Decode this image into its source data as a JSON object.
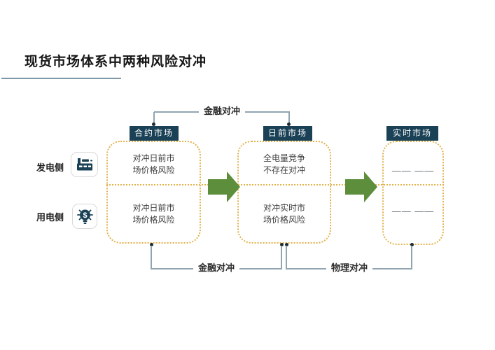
{
  "slide": {
    "title": "现货市场体系中两种风险对冲"
  },
  "brackets": {
    "top_financial": "金融对冲",
    "bottom_financial": "金融对冲",
    "bottom_physical": "物理对冲"
  },
  "sides": [
    {
      "label": "发电侧",
      "icon": "factory-icon"
    },
    {
      "label": "用电侧",
      "icon": "bulb-dollar-icon"
    }
  ],
  "markets": [
    {
      "header": "合约市场",
      "gen_cell": "对冲日前市\n场价格风险",
      "load_cell": "对冲日前市\n场价格风险"
    },
    {
      "header": "日前市场",
      "gen_cell": "全电量竞争\n不存在对冲",
      "load_cell": "对冲实时市\n场价格风险"
    },
    {
      "header": "实时市场",
      "gen_cell": "—— ——",
      "load_cell": "—— ——"
    }
  ],
  "colors": {
    "header_bg": "#1a4156",
    "dotted_border": "#e2b24d",
    "arrow_green": "#5d8e3b",
    "connector_line": "#93a4b1",
    "title_underline": "#7d96a8"
  }
}
